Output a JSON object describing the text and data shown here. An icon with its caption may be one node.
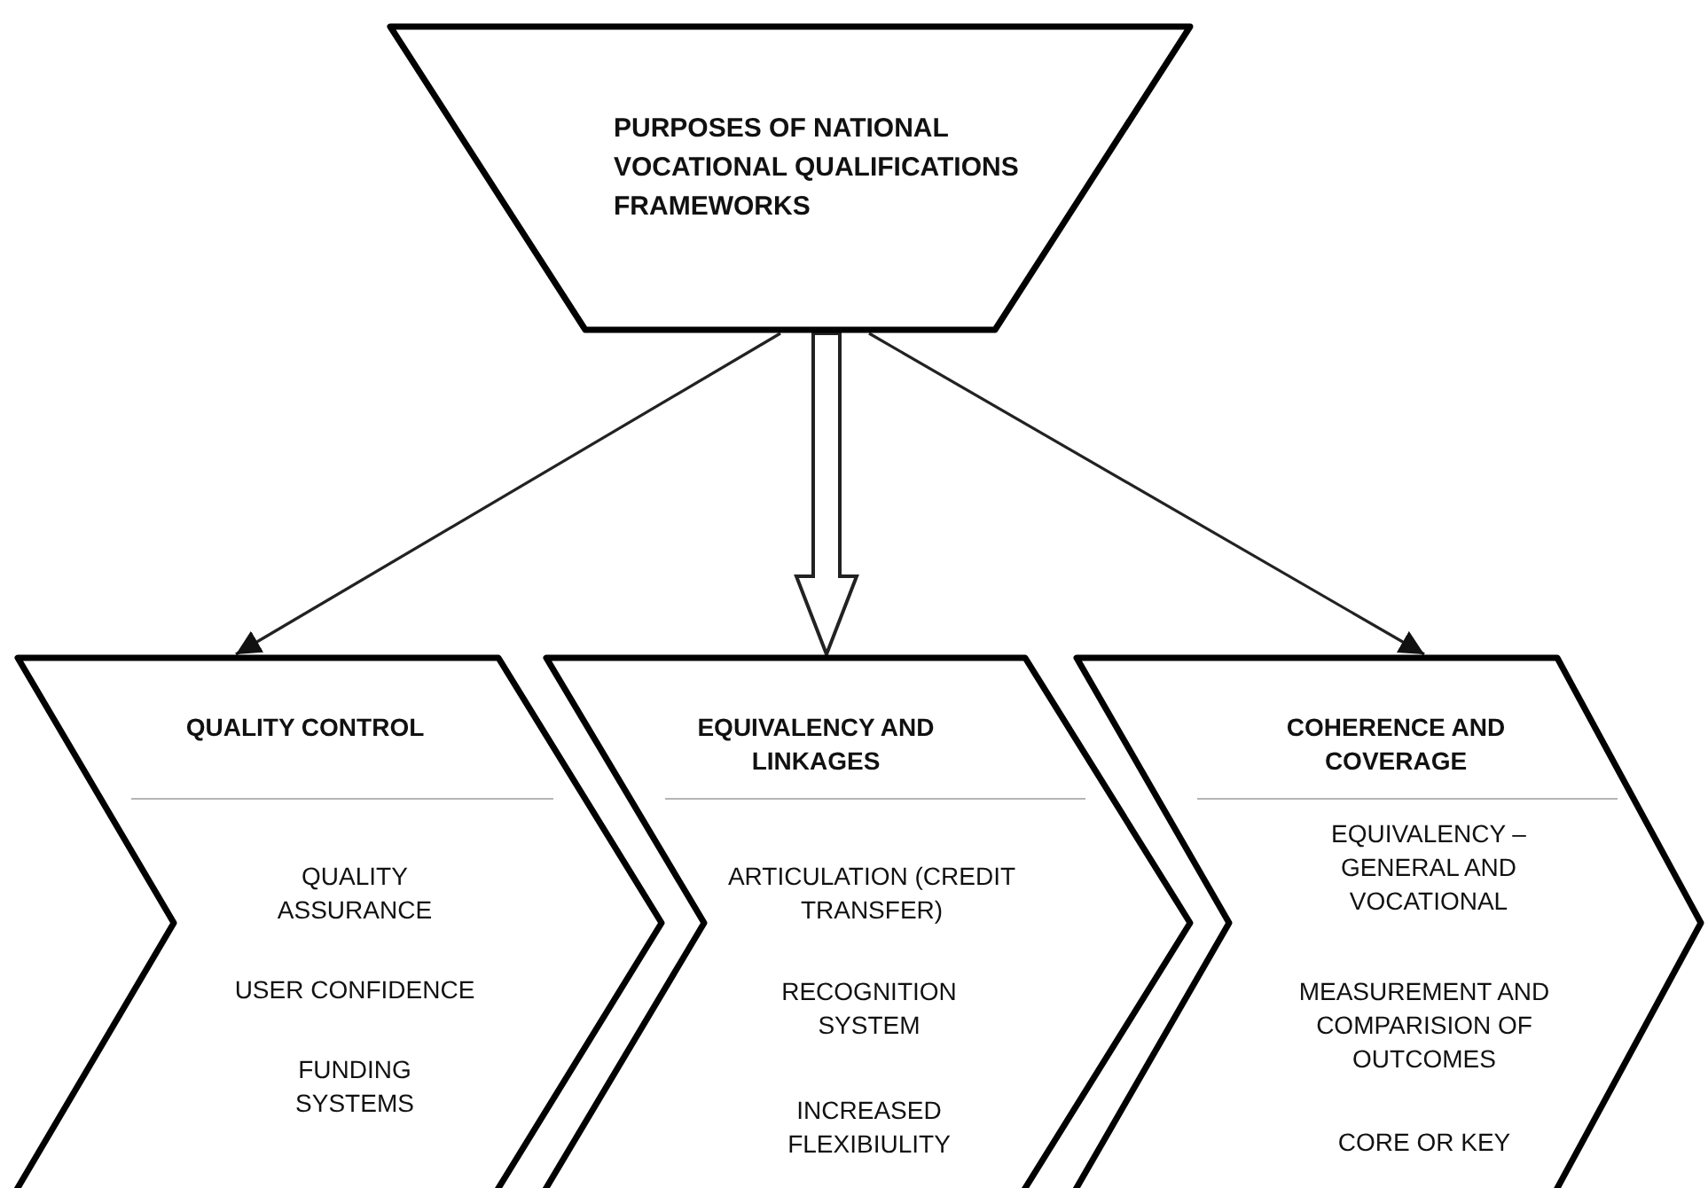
{
  "diagram": {
    "nodes": [
      {
        "text": [
          "PURPOSES OF NATIONAL VOCATIONAL QUALIFICATIONS FRAMEWORKS"
        ]
      },
      {
        "text": [
          "QUALITY CONTROL",
          "QUALITY ASSURANCE",
          "USER CONFIDENCE",
          "FUNDING SYSTEMS"
        ]
      },
      {
        "text": [
          "EQUIVALENCY AND LINKAGES",
          "ARTICULATION (CREDIT TRANSFER)",
          "RECOGNITION SYSTEM",
          "INCREASED FLEXIBIULITY"
        ]
      },
      {
        "text": [
          "COHERENCE AND COVERAGE",
          "EQUIVALENCY – GENERAL AND VOCATIONAL",
          "MEASUREMENT AND COMPARISION OF OUTCOMES",
          "CORE OR KEY"
        ]
      }
    ],
    "edges": [
      {
        "from": 0,
        "to": 1,
        "arrow": "to"
      },
      {
        "from": 0,
        "to": 2,
        "arrow": "to",
        "style": "thick"
      },
      {
        "from": 0,
        "to": 3,
        "arrow": "to"
      }
    ]
  }
}
